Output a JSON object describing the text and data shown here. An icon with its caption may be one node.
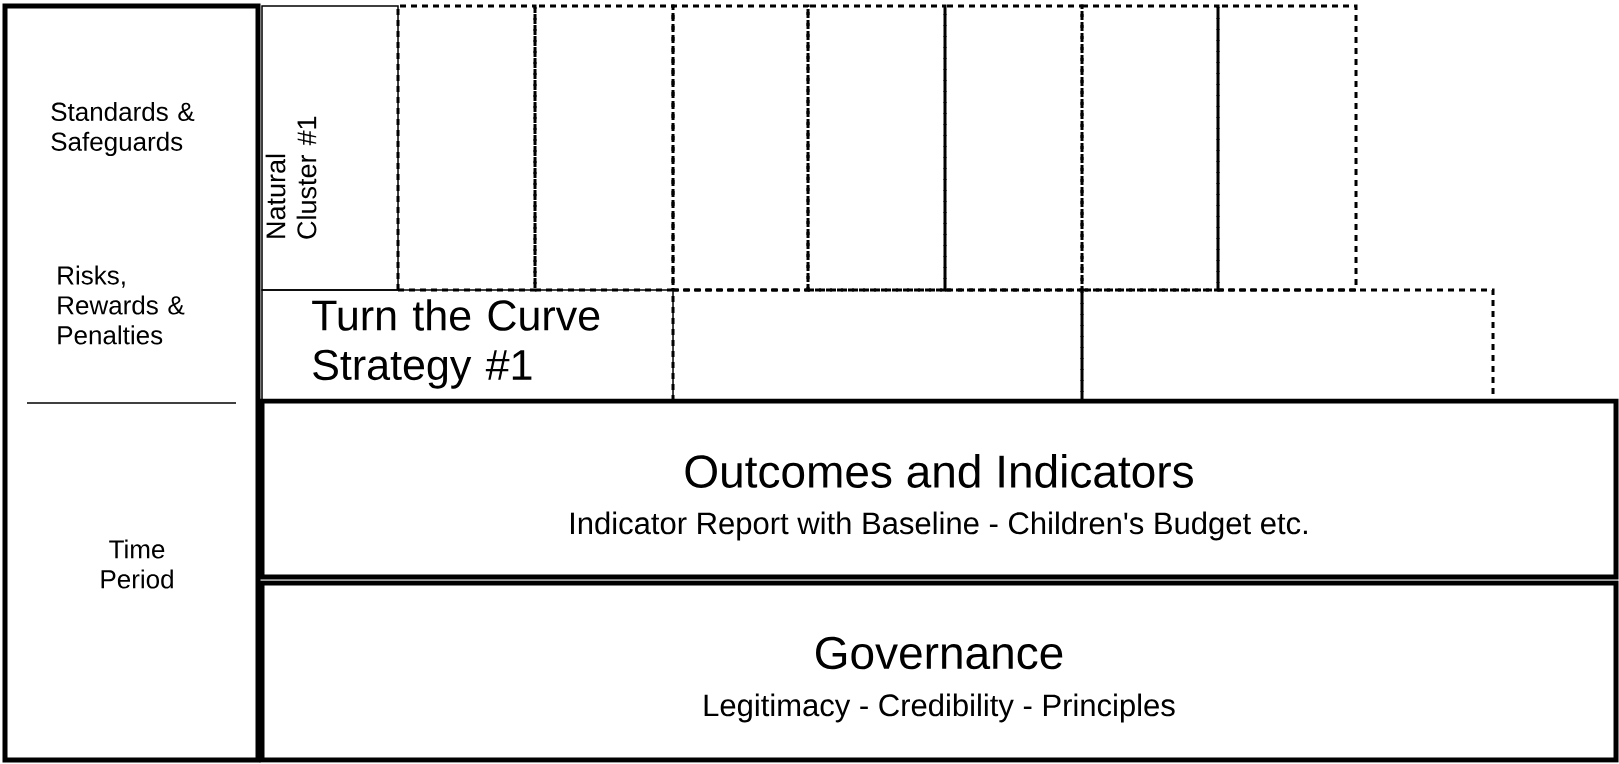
{
  "diagram": {
    "nodes": [
      {
        "text": [
          "Standards & Safeguards",
          "Risks, Rewards & Penalties",
          "Time Period"
        ]
      },
      {
        "text": [
          "Natural Cluster #1"
        ]
      },
      {
        "text": [],
        "shape": "box"
      },
      {
        "text": [],
        "shape": "box"
      },
      {
        "text": [],
        "shape": "box"
      },
      {
        "text": [],
        "shape": "box"
      },
      {
        "text": [],
        "shape": "box"
      },
      {
        "text": [],
        "shape": "box"
      },
      {
        "text": [],
        "shape": "box"
      },
      {
        "text": [
          "Turn the Curve Strategy #1"
        ]
      },
      {
        "text": [],
        "shape": "box"
      },
      {
        "text": [],
        "shape": "box"
      },
      {
        "text": [
          "Outcomes and Indicators",
          "Indicator Report with Baseline - Children's Budget etc."
        ]
      },
      {
        "text": [
          "Governance",
          "Legitimacy - Credibility - Principles"
        ]
      }
    ]
  }
}
